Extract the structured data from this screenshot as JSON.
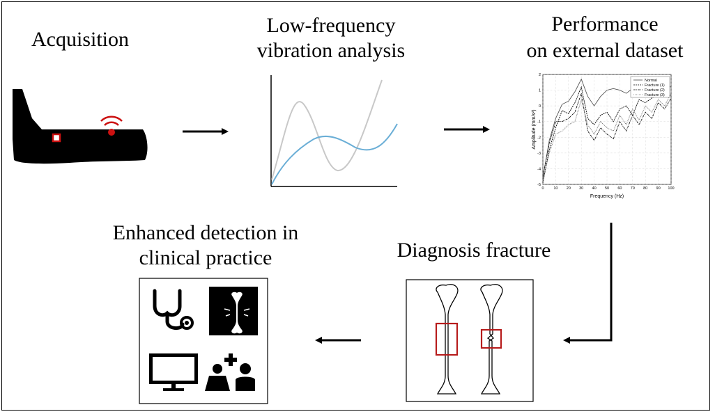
{
  "stages": {
    "acquisition": {
      "title": "Acquisition"
    },
    "vibration": {
      "title_line1": "Low-frequency",
      "title_line2": "vibration analysis"
    },
    "performance": {
      "title_line1": "Performance",
      "title_line2": "on external dataset",
      "chart": {
        "ylabel": "Amplitude (mm/s²)",
        "xlabel": "Frequency (Hz)",
        "legend": [
          "Normal",
          "Fracture (1)",
          "Fracture (2)",
          "Fracture (3)"
        ],
        "xticks": [
          "0",
          "10",
          "20",
          "30",
          "40",
          "50",
          "60",
          "70",
          "80",
          "90",
          "100"
        ],
        "yticks": [
          "2",
          "1",
          "0",
          "-1",
          "-2",
          "-3",
          "-4",
          "-5"
        ]
      }
    },
    "diagnosis": {
      "title": "Diagnosis fracture"
    },
    "clinical": {
      "title_line1": "Enhanced detection in",
      "title_line2": "clinical practice"
    }
  },
  "chart_data": {
    "type": "line",
    "title": "",
    "xlabel": "Frequency (Hz)",
    "ylabel": "Amplitude (mm/s²)",
    "xlim": [
      0,
      100
    ],
    "ylim": [
      -5,
      2
    ],
    "grid": true,
    "legend_position": "top-right",
    "x": [
      0,
      5,
      10,
      15,
      20,
      25,
      30,
      35,
      40,
      45,
      50,
      55,
      60,
      65,
      70,
      75,
      80,
      85,
      90,
      95,
      100
    ],
    "series": [
      {
        "name": "Normal",
        "values": [
          -4.6,
          -2.2,
          -0.8,
          0.1,
          0.3,
          0.9,
          1.7,
          0.6,
          0.0,
          0.6,
          1.0,
          1.1,
          1.0,
          0.8,
          1.1,
          1.2,
          1.0,
          1.0,
          1.2,
          1.3,
          1.2
        ]
      },
      {
        "name": "Fracture (1)",
        "values": [
          -4.9,
          -2.8,
          -1.4,
          -0.3,
          -0.5,
          0.2,
          1.2,
          -0.8,
          -1.2,
          -0.6,
          -0.4,
          -1.0,
          -0.2,
          0.0,
          -0.6,
          0.4,
          0.2,
          0.5,
          0.7,
          0.9,
          0.6
        ]
      },
      {
        "name": "Fracture (2)",
        "values": [
          -4.5,
          -2.4,
          -1.0,
          -1.0,
          -0.8,
          -0.4,
          0.8,
          -1.6,
          -2.2,
          -1.4,
          -1.8,
          -2.1,
          -1.0,
          -1.6,
          -0.6,
          -1.2,
          -0.4,
          -0.8,
          0.2,
          -0.2,
          0.5
        ]
      },
      {
        "name": "Fracture (3)",
        "values": [
          -4.8,
          -3.0,
          -1.8,
          -1.6,
          -1.2,
          -1.0,
          0.4,
          -1.2,
          -1.8,
          -1.0,
          -1.4,
          -1.6,
          -0.6,
          -1.2,
          -0.2,
          -0.9,
          0.0,
          -0.4,
          0.4,
          0.0,
          0.8
        ]
      }
    ]
  },
  "colors": {
    "accent_red": "#cc1111",
    "curve_gray": "#c8c8c8",
    "curve_blue": "#6aaed6"
  }
}
